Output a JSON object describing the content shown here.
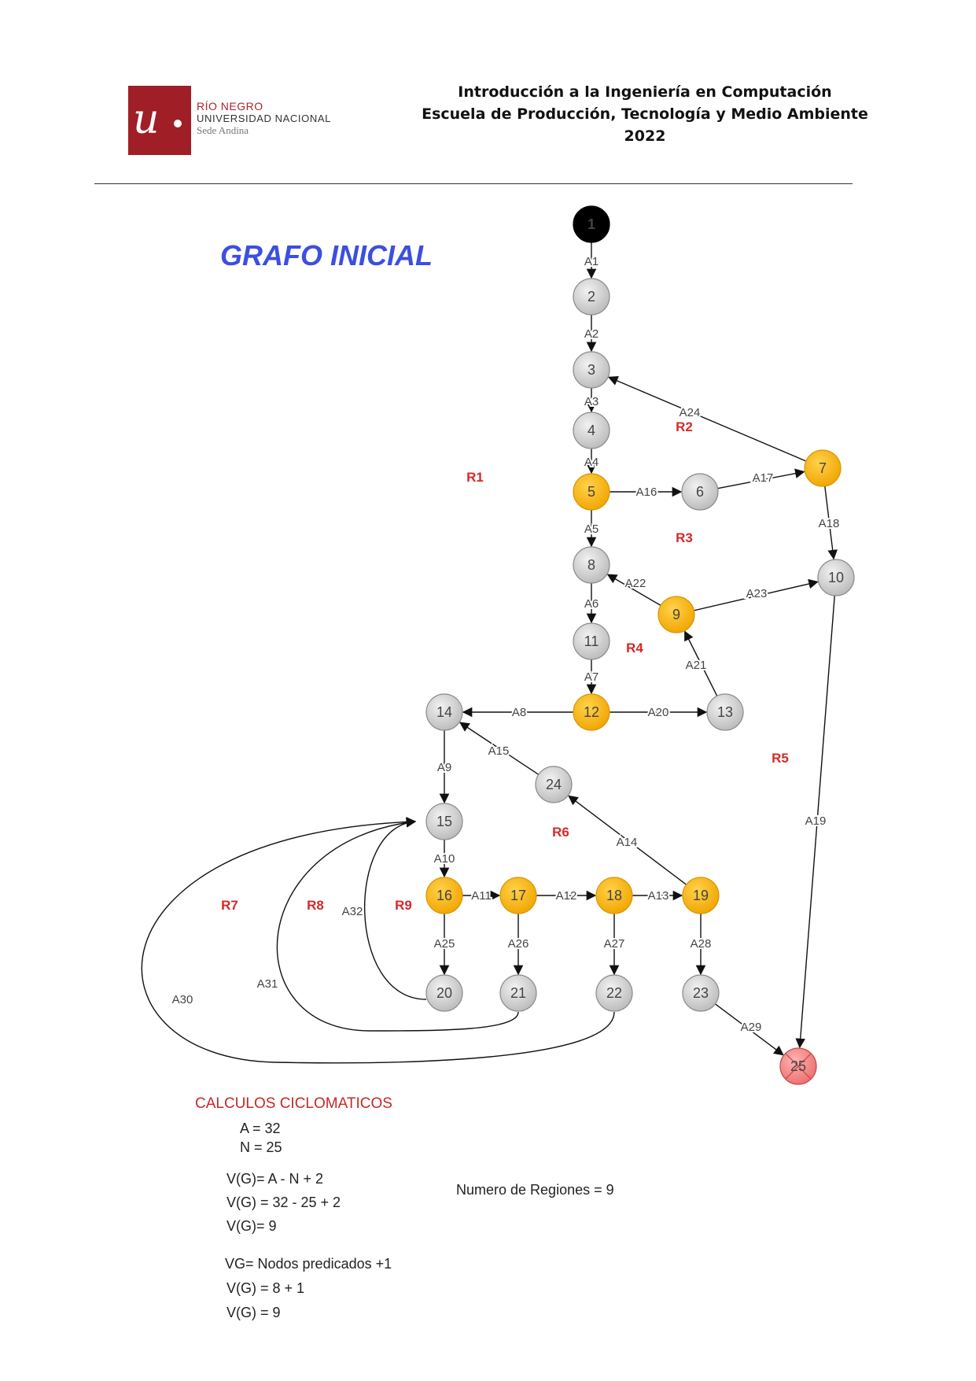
{
  "header": {
    "logo": {
      "brand": "RÍO NEGRO",
      "line2": "UNIVERSIDAD NACIONAL",
      "line3": "Sede Andina"
    },
    "lines": [
      "Introducción a la Ingeniería en Computación",
      "Escuela de Producción, Tecnología y Medio Ambiente",
      "2022"
    ]
  },
  "diagram": {
    "title": "GRAFO INICIAL",
    "colors": {
      "normal": "#c9c9c9",
      "predicate": "#f5b20a",
      "start": "#000000",
      "end": "#f08080",
      "region": "#d62828"
    },
    "nodes": [
      {
        "id": "1",
        "kind": "start"
      },
      {
        "id": "2",
        "kind": "normal"
      },
      {
        "id": "3",
        "kind": "normal"
      },
      {
        "id": "4",
        "kind": "normal"
      },
      {
        "id": "5",
        "kind": "predicate"
      },
      {
        "id": "6",
        "kind": "normal"
      },
      {
        "id": "7",
        "kind": "predicate"
      },
      {
        "id": "8",
        "kind": "normal"
      },
      {
        "id": "9",
        "kind": "predicate"
      },
      {
        "id": "10",
        "kind": "normal"
      },
      {
        "id": "11",
        "kind": "normal"
      },
      {
        "id": "12",
        "kind": "predicate"
      },
      {
        "id": "13",
        "kind": "normal"
      },
      {
        "id": "14",
        "kind": "normal"
      },
      {
        "id": "15",
        "kind": "normal"
      },
      {
        "id": "16",
        "kind": "predicate"
      },
      {
        "id": "17",
        "kind": "predicate"
      },
      {
        "id": "18",
        "kind": "predicate"
      },
      {
        "id": "19",
        "kind": "predicate"
      },
      {
        "id": "20",
        "kind": "normal"
      },
      {
        "id": "21",
        "kind": "normal"
      },
      {
        "id": "22",
        "kind": "normal"
      },
      {
        "id": "23",
        "kind": "normal"
      },
      {
        "id": "24",
        "kind": "normal"
      },
      {
        "id": "25",
        "kind": "end"
      }
    ],
    "edges": [
      {
        "id": "A1",
        "from": "1",
        "to": "2"
      },
      {
        "id": "A2",
        "from": "2",
        "to": "3"
      },
      {
        "id": "A3",
        "from": "3",
        "to": "4"
      },
      {
        "id": "A4",
        "from": "4",
        "to": "5"
      },
      {
        "id": "A5",
        "from": "5",
        "to": "8"
      },
      {
        "id": "A6",
        "from": "8",
        "to": "11"
      },
      {
        "id": "A7",
        "from": "11",
        "to": "12"
      },
      {
        "id": "A8",
        "from": "12",
        "to": "14"
      },
      {
        "id": "A9",
        "from": "14",
        "to": "15"
      },
      {
        "id": "A10",
        "from": "15",
        "to": "16"
      },
      {
        "id": "A11",
        "from": "16",
        "to": "17"
      },
      {
        "id": "A12",
        "from": "17",
        "to": "18"
      },
      {
        "id": "A13",
        "from": "18",
        "to": "19"
      },
      {
        "id": "A14",
        "from": "19",
        "to": "24"
      },
      {
        "id": "A15",
        "from": "24",
        "to": "14"
      },
      {
        "id": "A16",
        "from": "5",
        "to": "6"
      },
      {
        "id": "A17",
        "from": "6",
        "to": "7"
      },
      {
        "id": "A18",
        "from": "7",
        "to": "10"
      },
      {
        "id": "A19",
        "from": "10",
        "to": "25"
      },
      {
        "id": "A20",
        "from": "12",
        "to": "13"
      },
      {
        "id": "A21",
        "from": "13",
        "to": "9"
      },
      {
        "id": "A22",
        "from": "9",
        "to": "8"
      },
      {
        "id": "A23",
        "from": "9",
        "to": "10"
      },
      {
        "id": "A24",
        "from": "7",
        "to": "3"
      },
      {
        "id": "A25",
        "from": "16",
        "to": "20"
      },
      {
        "id": "A26",
        "from": "17",
        "to": "21"
      },
      {
        "id": "A27",
        "from": "18",
        "to": "22"
      },
      {
        "id": "A28",
        "from": "19",
        "to": "23"
      },
      {
        "id": "A29",
        "from": "23",
        "to": "25"
      },
      {
        "id": "A30",
        "from": "22",
        "to": "15"
      },
      {
        "id": "A31",
        "from": "21",
        "to": "15"
      },
      {
        "id": "A32",
        "from": "20",
        "to": "15"
      }
    ],
    "regions": [
      "R1",
      "R2",
      "R3",
      "R4",
      "R5",
      "R6",
      "R7",
      "R8",
      "R9"
    ]
  },
  "calculations": {
    "title": "CALCULOS CICLOMATICOS",
    "a_line": "A = 32",
    "n_line": "N = 25",
    "formula1": "V(G)= A - N + 2",
    "formula2": "V(G) = 32 - 25 + 2",
    "formula3": "V(G)= 9",
    "regions_count": "Numero de Regiones = 9",
    "pred_formula": "VG= Nodos predicados +1",
    "pred_calc": "V(G) = 8 + 1",
    "pred_result": "V(G) = 9"
  }
}
